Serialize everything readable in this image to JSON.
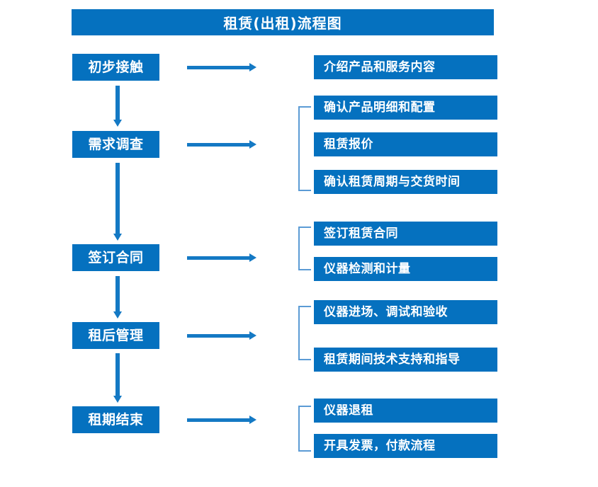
{
  "title": "租赁(出租)流程图",
  "colors": {
    "box_fill": "#0571bf",
    "box_text": "#ffffff",
    "arrow": "#1479c4",
    "bracket": "#5b9bd5",
    "background": "#ffffff"
  },
  "stages": [
    {
      "label": "初步接触"
    },
    {
      "label": "需求调查"
    },
    {
      "label": "签订合同"
    },
    {
      "label": "租后管理"
    },
    {
      "label": "租期结束"
    }
  ],
  "details": [
    {
      "label": "介绍产品和服务内容"
    },
    {
      "label": "确认产品明细和配置"
    },
    {
      "label": "租赁报价"
    },
    {
      "label": "确认租赁周期与交货时间"
    },
    {
      "label": "签订租赁合同"
    },
    {
      "label": "仪器检测和计量"
    },
    {
      "label": "仪器进场、调试和验收"
    },
    {
      "label": "租赁期间技术支持和指导"
    },
    {
      "label": "仪器退租"
    },
    {
      "label": "开具发票，付款流程"
    }
  ]
}
